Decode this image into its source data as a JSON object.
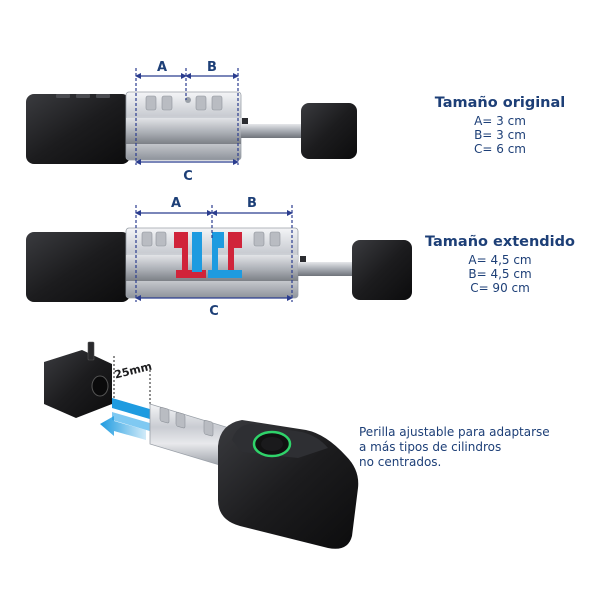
{
  "section_original": {
    "title": "Tamaño original",
    "specs": [
      "A= 3 cm",
      "B= 3 cm",
      "C= 6 cm"
    ],
    "dims": {
      "a": "A",
      "b": "B",
      "c": "C"
    }
  },
  "section_extended": {
    "title": "Tamaño extendido",
    "specs": [
      "A= 4,5 cm",
      "B= 4,5 cm",
      "C= 90 cm"
    ],
    "dims": {
      "a": "A",
      "b": "B",
      "c": "C"
    }
  },
  "bottom": {
    "measure_label": "25mm",
    "caption_lines": [
      "Perilla ajustable para adaptarse",
      "a más tipos de cilindros",
      "no centrados."
    ]
  },
  "colors": {
    "text_blue": "#1d3f77",
    "dim_blue": "#2b3d8f",
    "pin_red": "#d0243a",
    "pin_blue": "#1e9be0",
    "ring_green": "#2fd36a",
    "body_black": "#1c1c1e"
  }
}
